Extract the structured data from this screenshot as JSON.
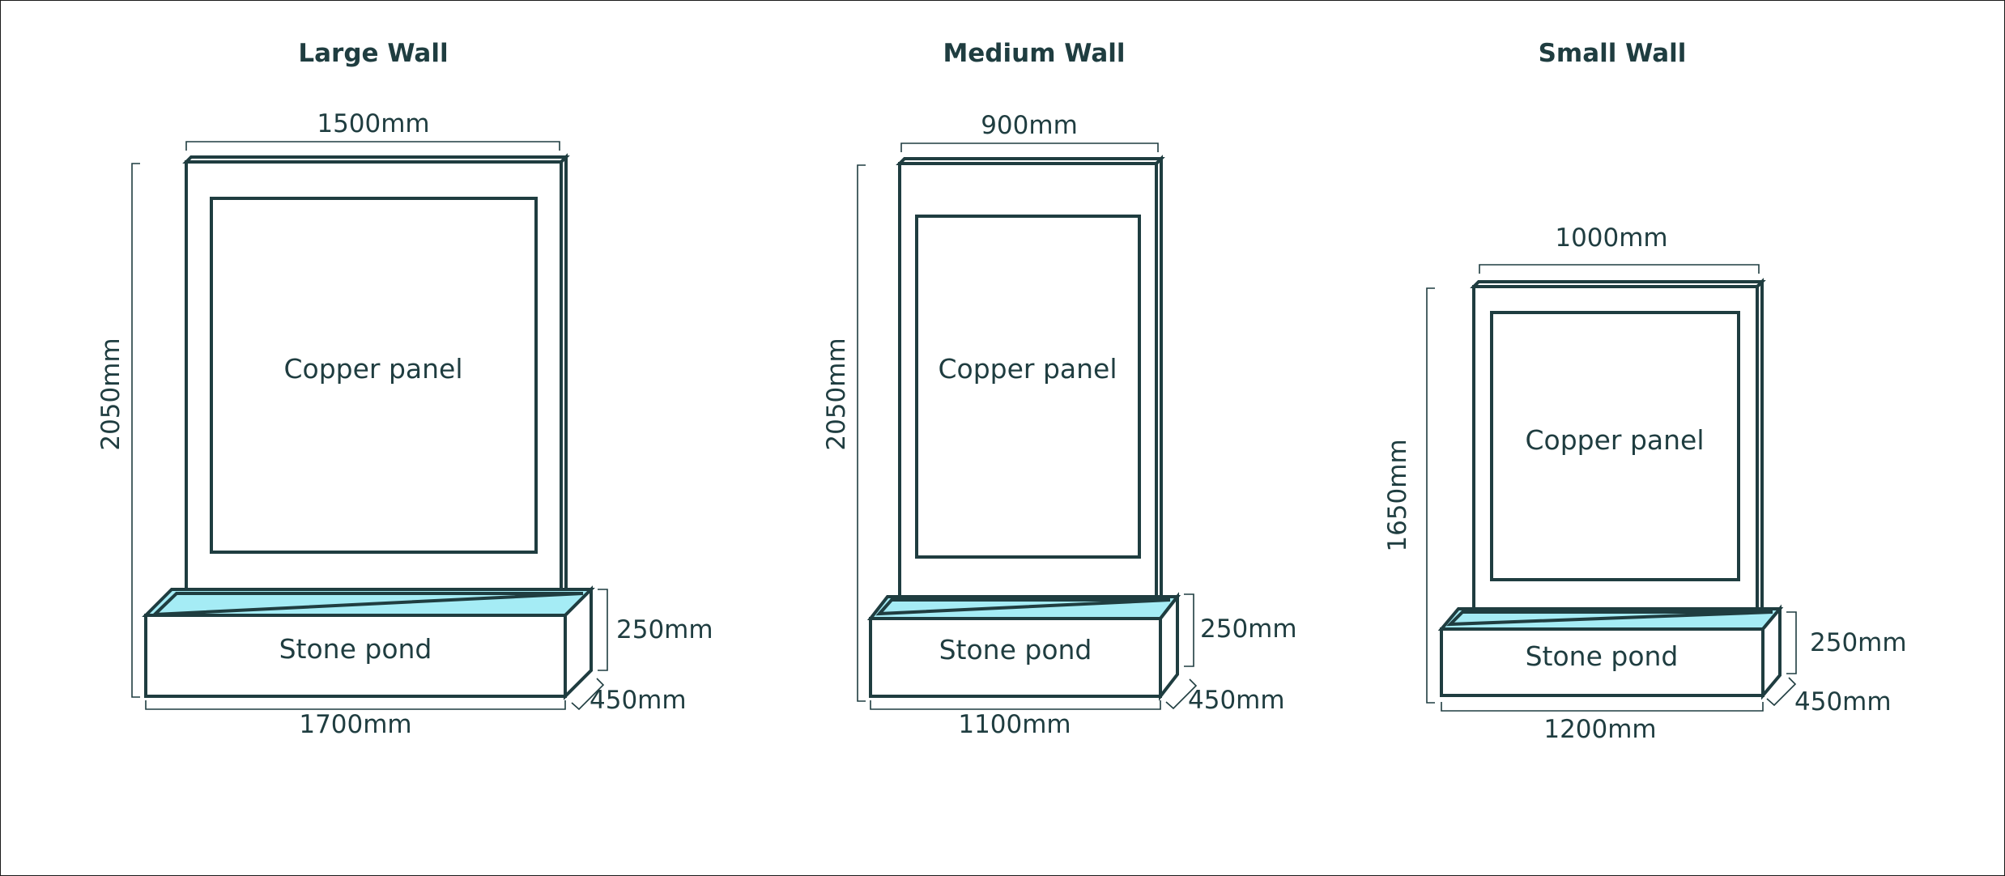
{
  "colors": {
    "line": "#1f3d40",
    "water": "#a5ecf5",
    "background": "#ffffff"
  },
  "walls": [
    {
      "title": "Large Wall",
      "panel_label": "Copper panel",
      "pond_label": "Stone pond",
      "panel_width": "1500mm",
      "total_height": "2050mm",
      "pond_height": "250mm",
      "pond_depth": "450mm",
      "pond_width": "1700mm"
    },
    {
      "title": "Medium Wall",
      "panel_label": "Copper panel",
      "pond_label": "Stone pond",
      "panel_width": "900mm",
      "total_height": "2050mm",
      "pond_height": "250mm",
      "pond_depth": "450mm",
      "pond_width": "1100mm"
    },
    {
      "title": "Small Wall",
      "panel_label": "Copper panel",
      "pond_label": "Stone pond",
      "panel_width": "1000mm",
      "total_height": "1650mm",
      "pond_height": "250mm",
      "pond_depth": "450mm",
      "pond_width": "1200mm"
    }
  ]
}
